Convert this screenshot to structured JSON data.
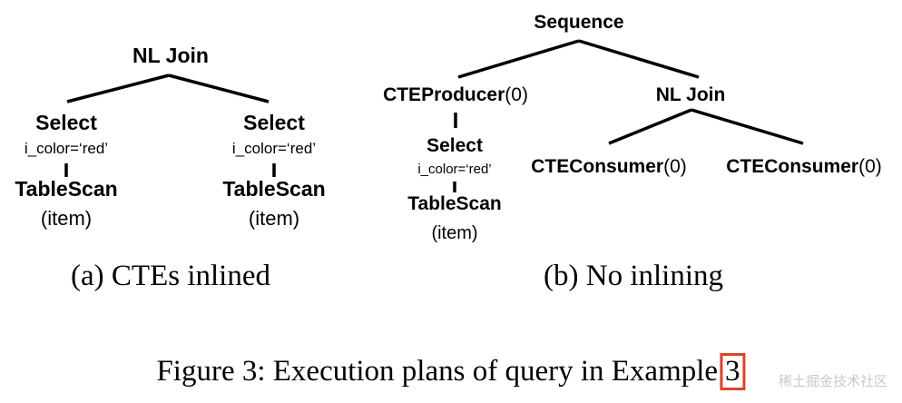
{
  "left_plan": {
    "root": "NL Join",
    "branches": [
      {
        "select": "Select",
        "predicate": "i_color=‘red’",
        "scan": "TableScan",
        "table": "(item)"
      },
      {
        "select": "Select",
        "predicate": "i_color=‘red’",
        "scan": "TableScan",
        "table": "(item)"
      }
    ],
    "caption_label": "(a)",
    "caption_text": "CTEs inlined"
  },
  "right_plan": {
    "root": "Sequence",
    "producer": {
      "name": "CTEProducer",
      "id": "(0)"
    },
    "join": "NL Join",
    "consumers": [
      {
        "name": "CTEConsumer",
        "id": "(0)"
      },
      {
        "name": "CTEConsumer",
        "id": "(0)"
      }
    ],
    "select": "Select",
    "predicate": "i_color=‘red’",
    "scan": "TableScan",
    "table": "(item)",
    "caption_label": "(b)",
    "caption_text": "No inlining"
  },
  "figure_caption": {
    "prefix": "Figure 3: Execution plans of query in Example",
    "number": "3"
  },
  "watermark": "稀土掘金技术社区",
  "colors": {
    "edge": "#000000",
    "highlight": "#d9432b"
  }
}
